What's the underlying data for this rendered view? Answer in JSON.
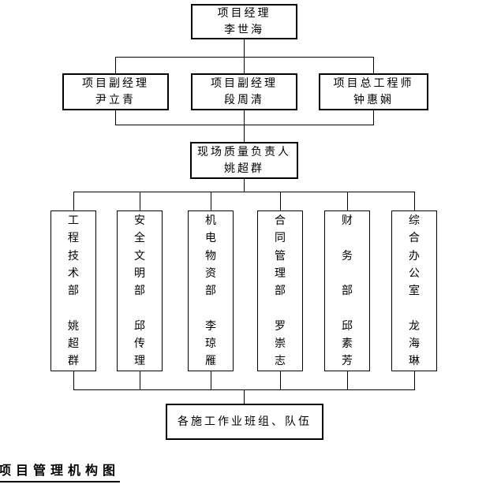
{
  "org_chart": {
    "top_box": {
      "title": "项目经理",
      "name": "李世海"
    },
    "row2": [
      {
        "title": "项目副经理",
        "name": "尹立青"
      },
      {
        "title": "项目副经理",
        "name": "段周清"
      },
      {
        "title": "项目总工程师",
        "name": "钟惠娴"
      }
    ],
    "quality_box": {
      "title": "现场质量负责人",
      "name": "姚超群"
    },
    "departments": [
      {
        "title": "工程技术部",
        "name": "姚超群",
        "vertical_text": "工\n程\n技\n术\n部\n\n姚\n超\n群"
      },
      {
        "title": "安全文明部",
        "name": "邱传理",
        "vertical_text": "安\n全\n文\n明\n部\n\n邱\n传\n理"
      },
      {
        "title": "机电物资部",
        "name": "李琼雁",
        "vertical_text": "机\n电\n物\n资\n部\n\n李\n琼\n雁"
      },
      {
        "title": "合同管理部",
        "name": "罗崇志",
        "vertical_text": "合\n同\n管\n理\n部\n\n罗\n崇\n志"
      },
      {
        "title": "财务部",
        "name": "邱素芳",
        "vertical_text": "财\n\n务\n\n部\n\n邱\n素\n芳"
      },
      {
        "title": "综合办公室",
        "name": "龙海琳",
        "vertical_text": "综\n合\n办\n公\n室\n\n龙\n海\n琳"
      }
    ],
    "bottom_box": {
      "label": "各施工作业班组、队伍"
    },
    "caption": "项目管理机构图",
    "colors": {
      "background": "#ffffff",
      "line": "#000000",
      "text": "#000000"
    }
  }
}
